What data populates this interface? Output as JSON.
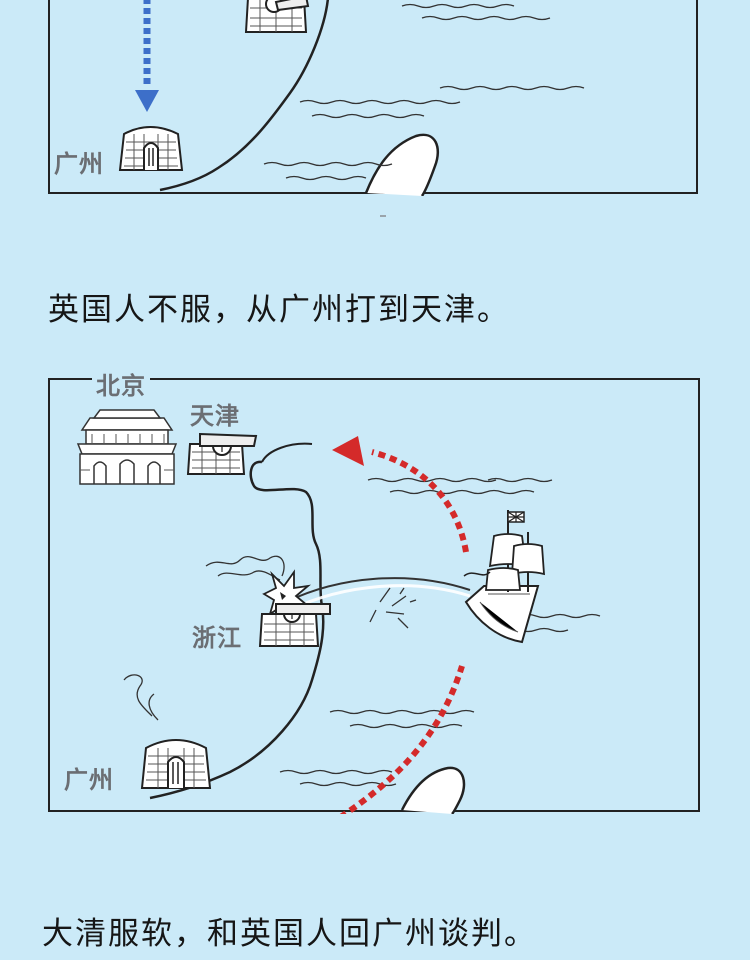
{
  "top_panel": {
    "label_guangzhou": "广州"
  },
  "captions": {
    "first": "英国人不服，从广州打到天津。",
    "second": "大清服软，和英国人回广州谈判。"
  },
  "bottom_panel": {
    "label_beijing": "北京",
    "label_tianjin": "天津",
    "label_zhejiang": "浙江",
    "label_guangzhou": "广州"
  },
  "colors": {
    "background": "#cbeaf8",
    "arrow_blue": "#3d6fc9",
    "arrow_red": "#d42a2a",
    "label_gray": "#6b6e73",
    "ink": "#222222"
  },
  "icons": [
    "fortress-icon",
    "cannon-icon",
    "palace-icon",
    "sailing-ship-icon",
    "explosion-icon",
    "smoke-icon",
    "waves-icon"
  ]
}
